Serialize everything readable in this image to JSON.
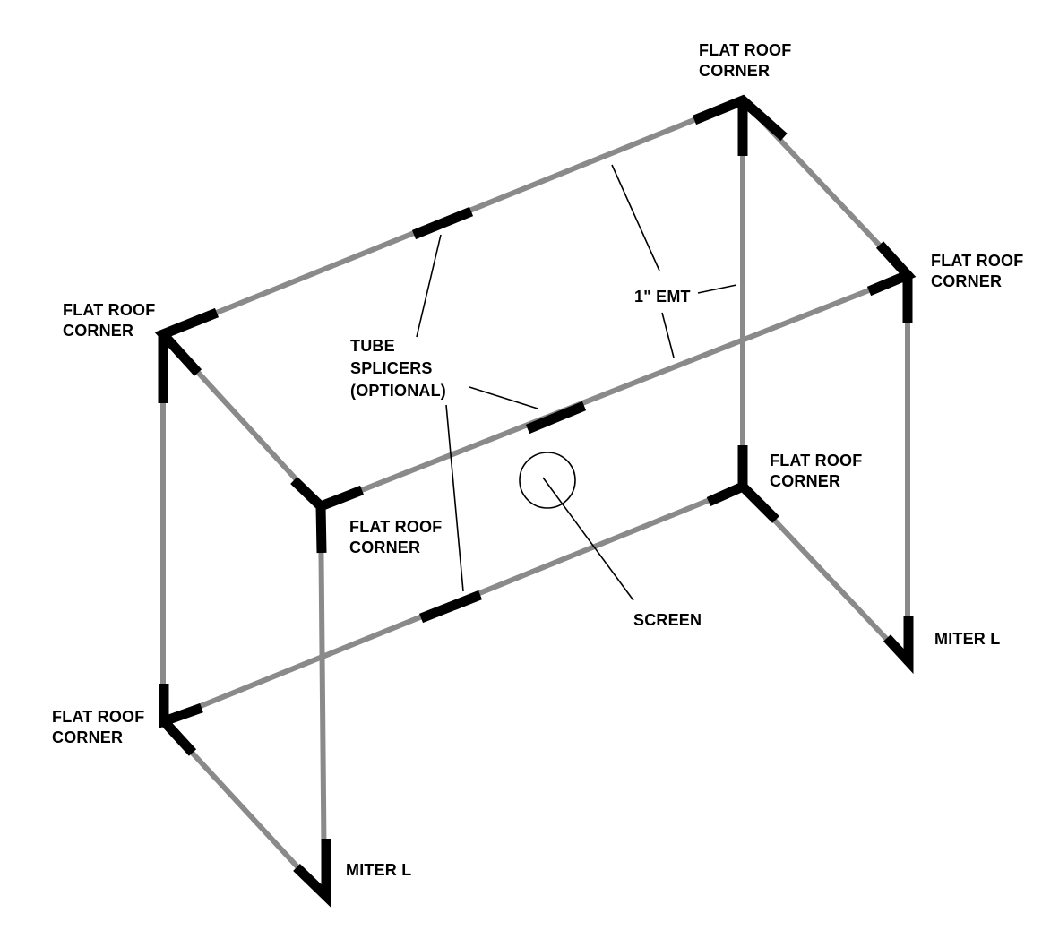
{
  "labels": {
    "top_back_corner_line1": "FLAT ROOF",
    "top_back_corner_line2": "CORNER",
    "right_top_corner_line1": "FLAT ROOF",
    "right_top_corner_line2": "CORNER",
    "left_top_corner_line1": "FLAT ROOF",
    "left_top_corner_line2": "CORNER",
    "front_top_corner_line1": "FLAT ROOF",
    "front_top_corner_line2": "CORNER",
    "back_bottom_corner_line1": "FLAT ROOF",
    "back_bottom_corner_line2": "CORNER",
    "left_bottom_corner_line1": "FLAT ROOF",
    "left_bottom_corner_line2": "CORNER",
    "tube_splicers_line1": "TUBE",
    "tube_splicers_line2": "SPLICERS",
    "tube_splicers_line3": "(OPTIONAL)",
    "emt": "1\" EMT",
    "screen": "SCREEN",
    "miter_right": "MITER L",
    "miter_front": "MITER L"
  }
}
